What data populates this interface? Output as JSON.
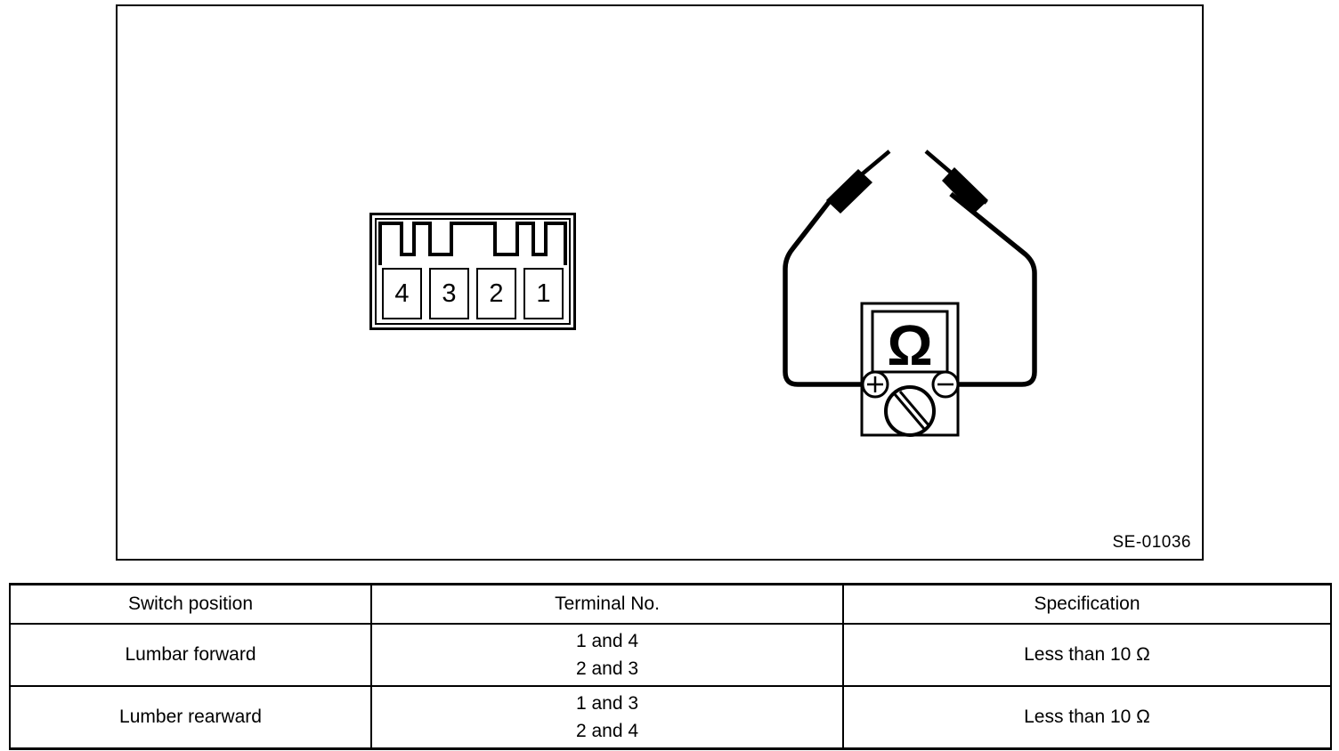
{
  "illustration": {
    "reference_code": "SE-01036",
    "connector": {
      "name": "4-pin connector",
      "pins": [
        {
          "label": "4"
        },
        {
          "label": "3"
        },
        {
          "label": "2"
        },
        {
          "label": "1"
        }
      ]
    },
    "meter": {
      "name": "ohmmeter",
      "display_symbol": "Ω",
      "positive_terminal": "+",
      "negative_terminal": "−",
      "probe_count": 2
    }
  },
  "table": {
    "headers": [
      "Switch position",
      "Terminal No.",
      "Specification"
    ],
    "rows": [
      {
        "switch_position": "Lumbar forward",
        "terminals": [
          "1 and 4",
          "2 and 3"
        ],
        "specification": "Less than 10 Ω"
      },
      {
        "switch_position": "Lumber rearward",
        "terminals": [
          "1 and 3",
          "2 and 4"
        ],
        "specification": "Less than 10 Ω"
      }
    ]
  },
  "colors": {
    "line": "#000000",
    "background": "#ffffff"
  }
}
